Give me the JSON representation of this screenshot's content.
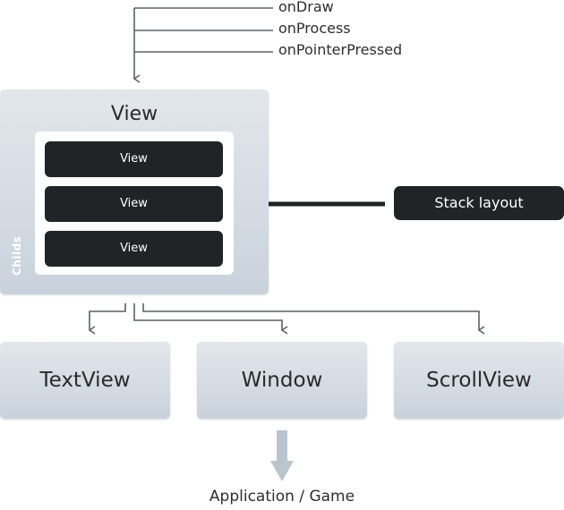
{
  "events": [
    "onDraw",
    "onProcess",
    "onPointerPressed"
  ],
  "view": {
    "title": "View",
    "childs_label": "Childs",
    "children": [
      "View",
      "View",
      "View"
    ]
  },
  "stack_layout_label": "Stack layout",
  "subclasses": [
    "TextView",
    "Window",
    "ScrollView"
  ],
  "footer_label": "Application / Game",
  "colors": {
    "dark_box": "#202426",
    "gray_box_top": "#e2e7ec",
    "gray_box_bottom": "#c9d2dc",
    "connector": "#5a6268",
    "big_arrow": "#b9c4cf"
  }
}
